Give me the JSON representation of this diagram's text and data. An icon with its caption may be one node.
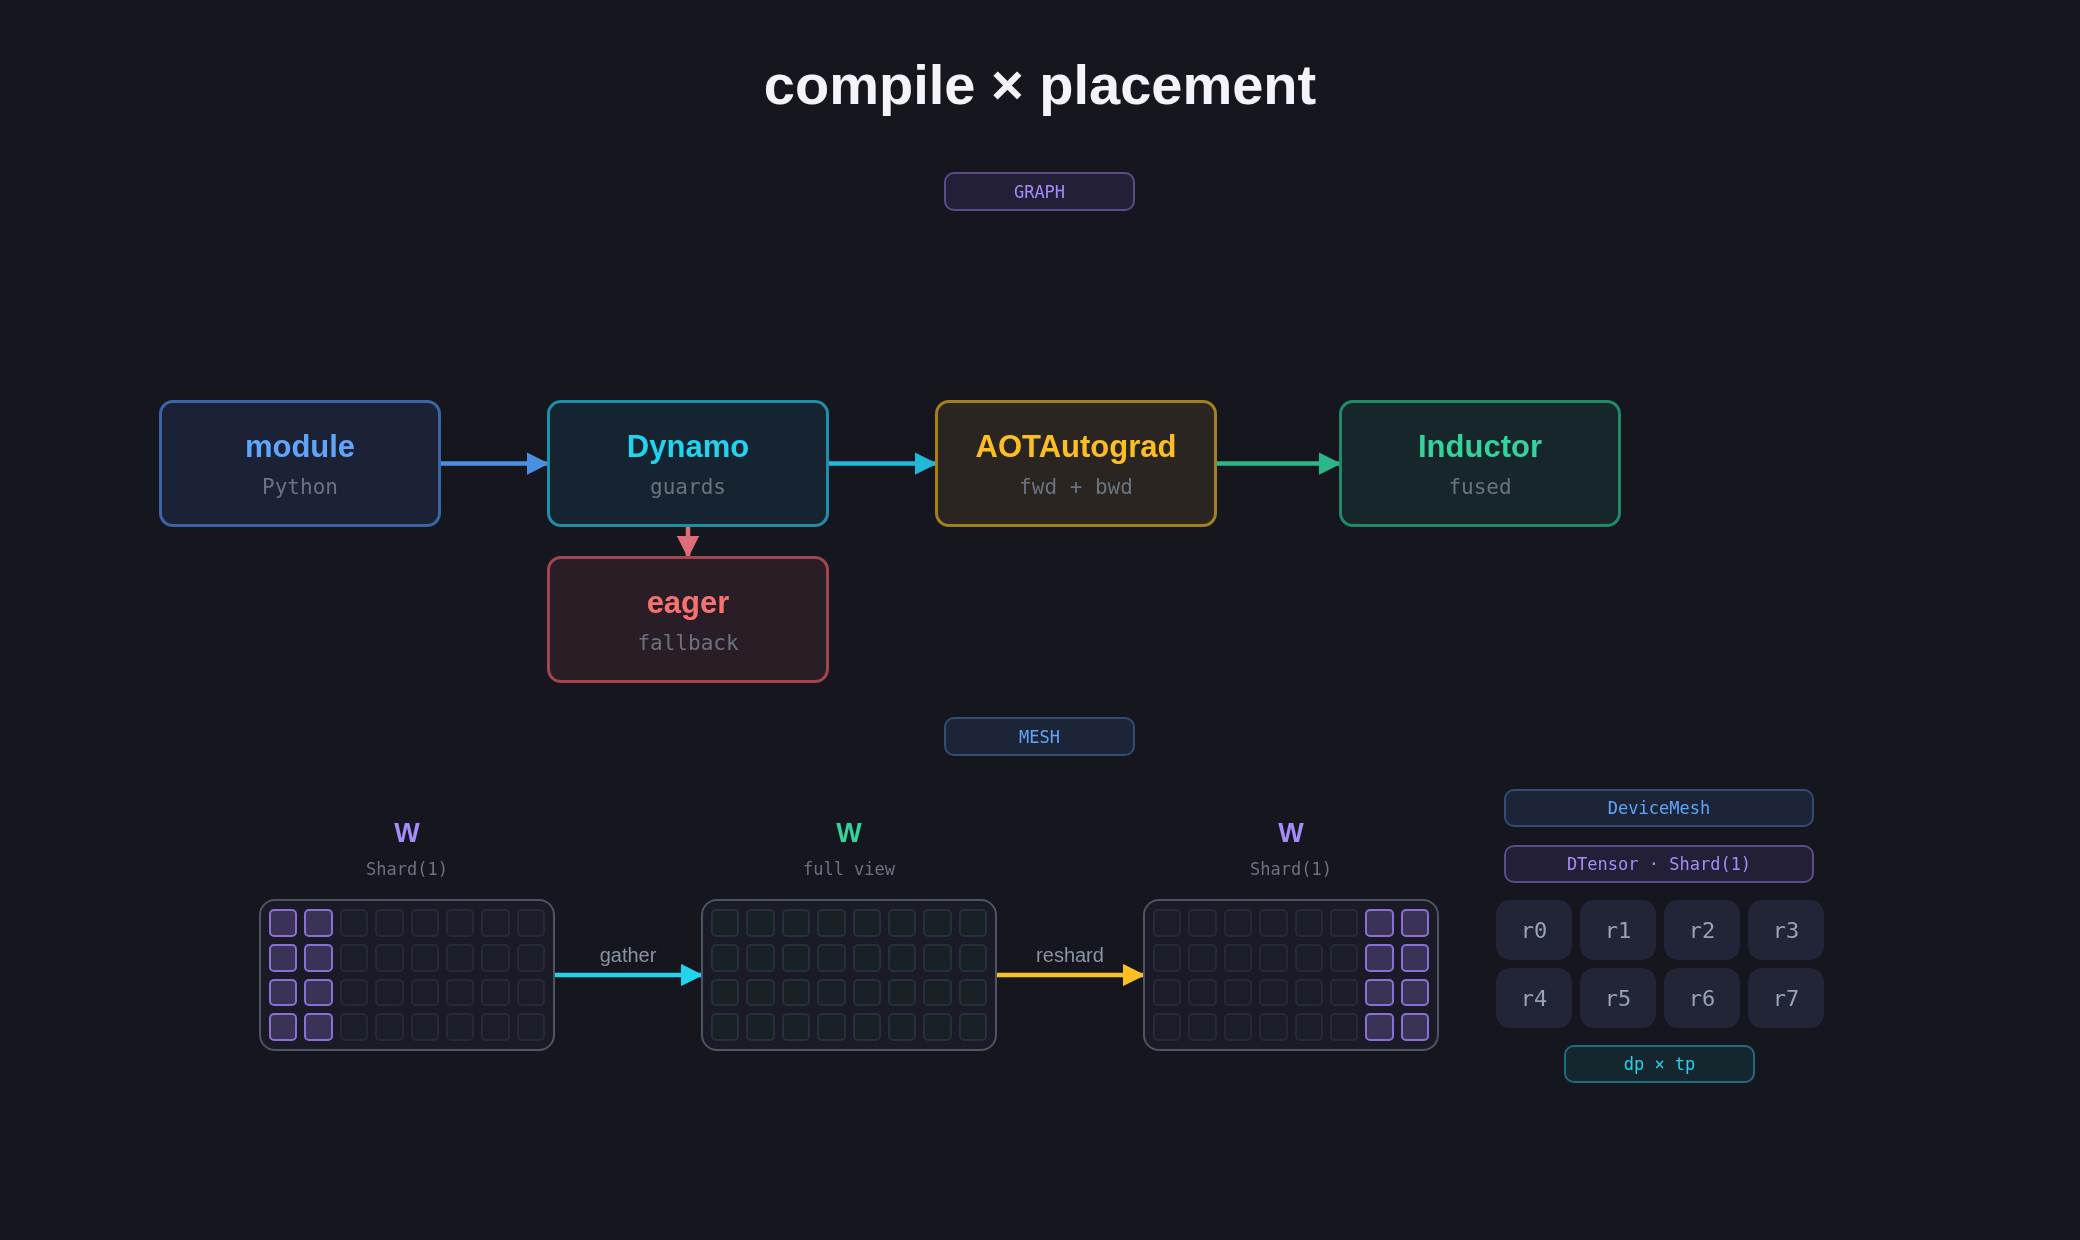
{
  "diagram": {
    "title": "compile × placement",
    "nodes": [
      {
        "text": [
          "module",
          "Python"
        ]
      },
      {
        "text": [
          "Dynamo",
          "guards"
        ]
      },
      {
        "text": [
          "AOTAutograd",
          "fwd + bwd"
        ]
      },
      {
        "text": [
          "Inductor",
          "fused"
        ]
      },
      {
        "text": [
          "eager",
          "fallback"
        ]
      },
      {
        "text": [
          "W",
          "Shard(1)"
        ]
      },
      {
        "text": [
          "W",
          "full view"
        ]
      },
      {
        "text": [
          "W",
          "Shard(1)"
        ]
      },
      {
        "text": [
          "GRAPH"
        ]
      },
      {
        "text": [
          "MESH"
        ]
      },
      {
        "text": [
          "DeviceMesh"
        ]
      },
      {
        "text": [
          "DTensor · Shard(1)"
        ]
      },
      {
        "text": [
          "r0"
        ]
      },
      {
        "text": [
          "r1"
        ]
      },
      {
        "text": [
          "r2"
        ]
      },
      {
        "text": [
          "r3"
        ]
      },
      {
        "text": [
          "r4"
        ]
      },
      {
        "text": [
          "r5"
        ]
      },
      {
        "text": [
          "r6"
        ]
      },
      {
        "text": [
          "r7"
        ]
      },
      {
        "text": [
          "dp × tp"
        ]
      }
    ],
    "edges": [
      {
        "from": 0,
        "to": 1,
        "arrow": "to",
        "color": "#4a8fe0"
      },
      {
        "from": 1,
        "to": 2,
        "arrow": "to",
        "color": "#22b8d8"
      },
      {
        "from": 2,
        "to": 3,
        "arrow": "to",
        "color": "#2bb887"
      },
      {
        "from": 1,
        "to": 4,
        "arrow": "to",
        "color": "#e06c75"
      },
      {
        "from": 5,
        "to": 6,
        "arrow": "to",
        "label": "gather",
        "color": "#22d3ee"
      },
      {
        "from": 6,
        "to": 7,
        "arrow": "to",
        "label": "reshard",
        "color": "#fbbf24"
      }
    ]
  }
}
